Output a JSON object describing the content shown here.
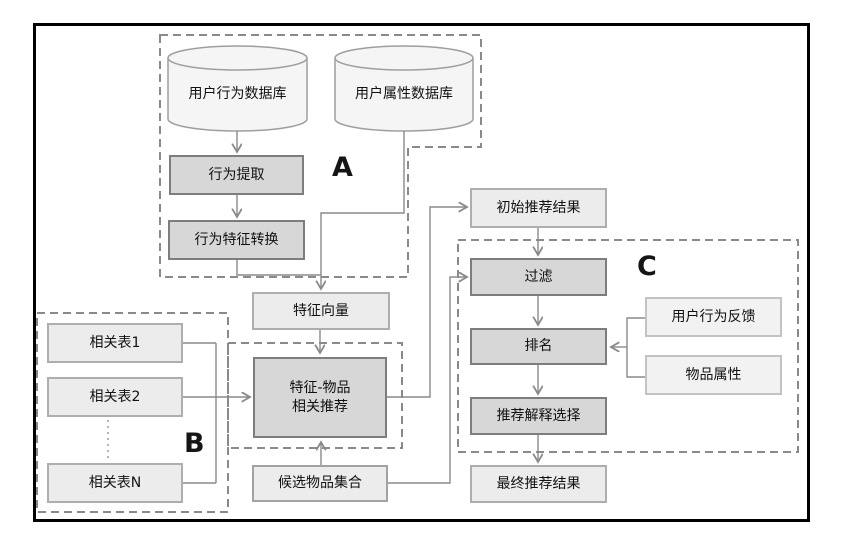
{
  "groups": {
    "a": {
      "label": "A"
    },
    "b": {
      "label": "B"
    },
    "c": {
      "label": "C"
    }
  },
  "nodes": {
    "user_behavior_db": {
      "label": "用户行为数据库"
    },
    "user_attr_db": {
      "label": "用户属性数据库"
    },
    "behavior_extraction": {
      "label": "行为提取"
    },
    "behavior_feature_conversion": {
      "label": "行为特征转换"
    },
    "feature_vector": {
      "label": "特征向量"
    },
    "feature_item_rec": {
      "label_line1": "特征-物品",
      "label_line2": "相关推荐"
    },
    "related_table_1": {
      "label": "相关表1"
    },
    "related_table_2": {
      "label": "相关表2"
    },
    "related_table_n": {
      "label": "相关表N"
    },
    "candidate_item_set": {
      "label": "候选物品集合"
    },
    "initial_rec_result": {
      "label": "初始推荐结果"
    },
    "filter": {
      "label": "过滤"
    },
    "ranking": {
      "label": "排名"
    },
    "rec_explanation_selection": {
      "label": "推荐解释选择"
    },
    "final_rec_result": {
      "label": "最终推荐结果"
    },
    "user_behavior_feedback": {
      "label": "用户行为反馈"
    },
    "item_attribute": {
      "label": "物品属性"
    }
  },
  "palette": {
    "box_dark_fill": "#d7d7d7",
    "box_dark_border": "#7d7d7d",
    "box_light_fill": "#ececec",
    "box_light_border": "#aeaeae",
    "box_lighter_fill": "#f2f2f2",
    "box_lighter_border": "#c3c3c3",
    "cyl_fill": "#f5f5f5",
    "cyl_border": "#9e9e9e",
    "line": "#8a8a8a",
    "frame": "#000000"
  }
}
